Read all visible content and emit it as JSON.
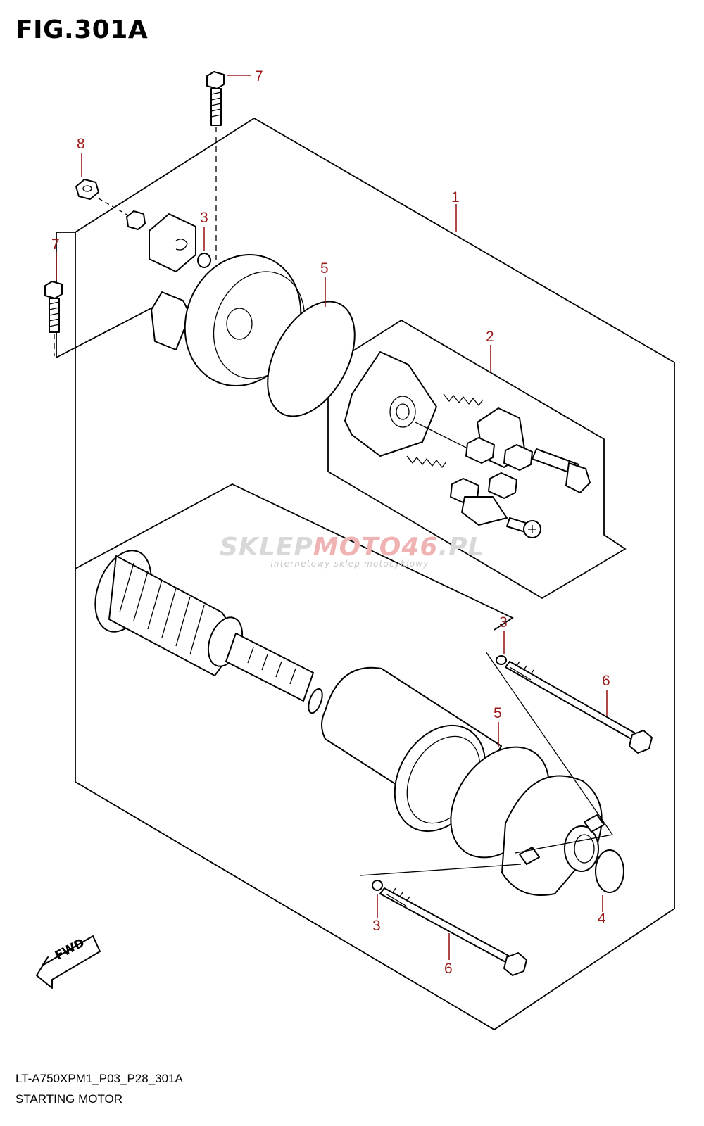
{
  "figure": {
    "title": "FIG.301A"
  },
  "callouts": [
    {
      "number": "7",
      "part": "bolt-top"
    },
    {
      "number": "8",
      "part": "nut"
    },
    {
      "number": "7",
      "part": "bolt-left"
    },
    {
      "number": "3",
      "part": "o-ring-top"
    },
    {
      "number": "1",
      "part": "starting-motor-assembly"
    },
    {
      "number": "5",
      "part": "o-ring-rear"
    },
    {
      "number": "2",
      "part": "brush-holder-set"
    },
    {
      "number": "3",
      "part": "o-ring-right"
    },
    {
      "number": "6",
      "part": "through-bolt-right"
    },
    {
      "number": "5",
      "part": "o-ring-front"
    },
    {
      "number": "4",
      "part": "o-ring-housing"
    },
    {
      "number": "3",
      "part": "o-ring-bottom"
    },
    {
      "number": "6",
      "part": "through-bolt-bottom"
    }
  ],
  "watermark": {
    "brand_a": "SKLEP",
    "brand_b": "MOTO46",
    "brand_c": ".PL",
    "tagline": "internetowy sklep motocyklowy"
  },
  "fwd_label": "FWD",
  "footer": {
    "code": "LT-A750XPM1_P03_P28_301A",
    "name": "STARTING MOTOR"
  },
  "colors": {
    "callout": "#9b1b1b",
    "line": "#000000"
  }
}
